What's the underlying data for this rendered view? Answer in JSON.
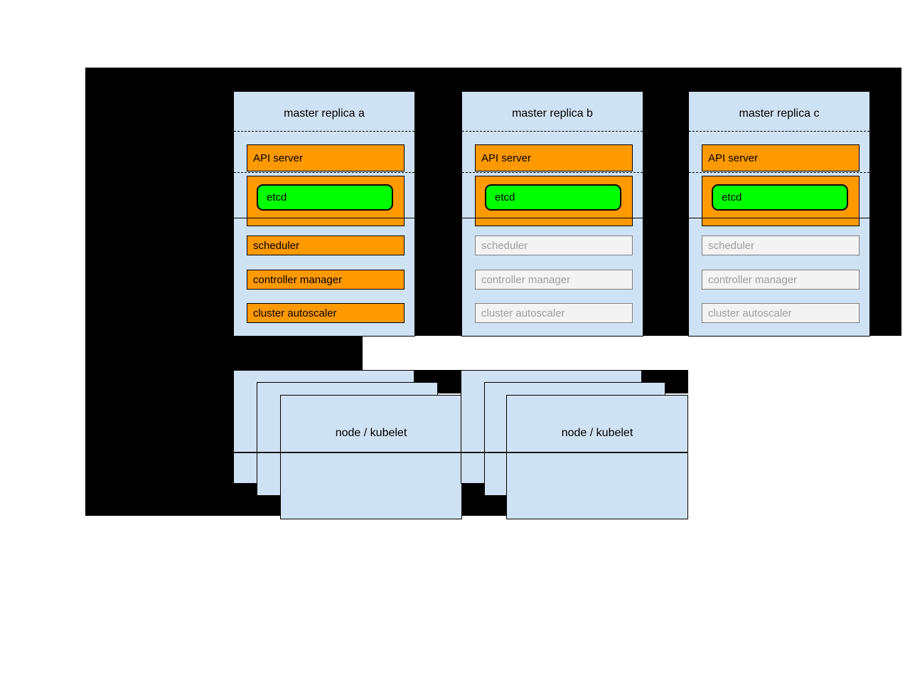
{
  "diagram": {
    "masters": [
      {
        "title": "master replica a",
        "api_server": "API server",
        "etcd": "etcd",
        "scheduler": "scheduler",
        "controller_manager": "controller manager",
        "cluster_autoscaler": "cluster autoscaler"
      },
      {
        "title": "master replica b",
        "api_server": "API server",
        "etcd": "etcd",
        "scheduler": "scheduler",
        "controller_manager": "controller manager",
        "cluster_autoscaler": "cluster autoscaler"
      },
      {
        "title": "master replica c",
        "api_server": "API server",
        "etcd": "etcd",
        "scheduler": "scheduler",
        "controller_manager": "controller manager",
        "cluster_autoscaler": "cluster autoscaler"
      }
    ],
    "nodes": [
      {
        "label": "node / kubelet"
      },
      {
        "label": "node / kubelet"
      }
    ],
    "colors": {
      "background": "#000000",
      "box_blue": "#cfe2f3",
      "active_orange": "#ff9900",
      "etcd_green": "#00ff00",
      "inactive_fill": "#f3f3f3",
      "inactive_text": "#9e9e9e"
    }
  }
}
